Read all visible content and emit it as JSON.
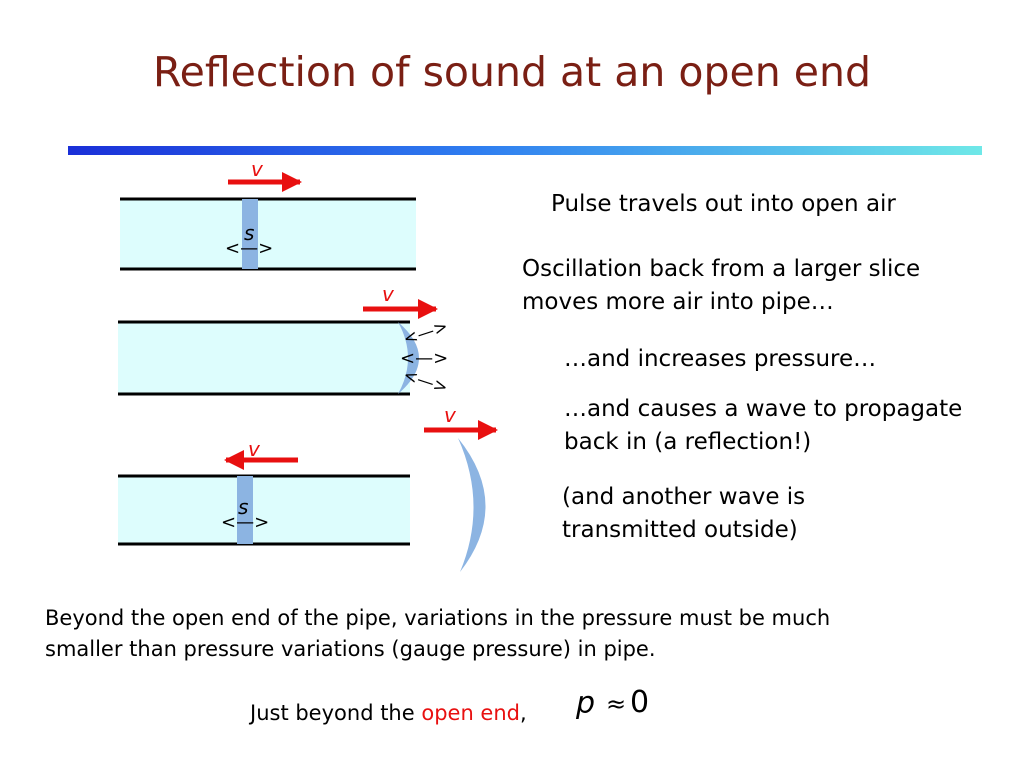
{
  "slide": {
    "title": "Reflection of sound at an open end"
  },
  "labels": {
    "v": "v",
    "s": "s",
    "double_arrow": "<—>"
  },
  "notes": [
    "Pulse travels out into open air",
    "Oscillation back from a larger slice\nmoves more air into pipe…",
    "…and increases pressure…",
    "…and causes a wave to propagate\nback in (a reflection!)",
    "(and another wave is\ntransmitted outside)"
  ],
  "bottom": {
    "text": "Beyond the open end of the pipe, variations in the pressure must be much\nsmaller than pressure variations (gauge pressure) in pipe.",
    "just_beyond": "Just beyond the ",
    "open_end": "open end",
    "comma": ",",
    "formula_var": "p",
    "formula_op": "≈",
    "formula_val": "0"
  },
  "colors": {
    "title": "#7a1f14",
    "pipe_fill": "#ddfdfd",
    "slice": "#8cb4e2",
    "arrow": "#e81010",
    "highlight": "#e81010"
  }
}
